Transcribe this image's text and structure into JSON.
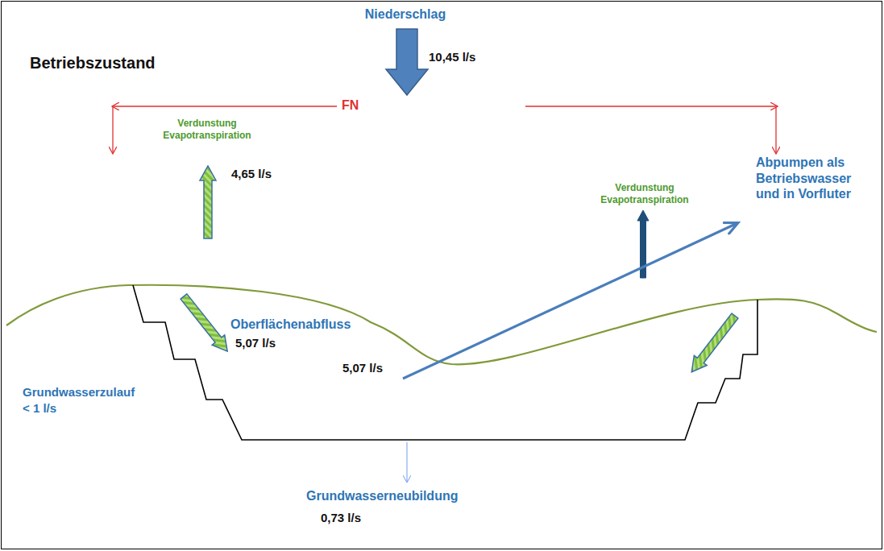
{
  "diagram": {
    "title": "Betriebszustand",
    "labels": [
      "Niederschlag",
      "10,45 l/s",
      "FN",
      "Verdunstung Evapotranspiration",
      "4,65 l/s",
      "Verdunstung Evapotranspiration",
      "Abpumpen als Betriebswasser und in Vorfluter",
      "Oberflächenabfluss",
      "5,07 l/s",
      "5,07 l/s",
      "Grundwasserzulauf",
      "< 1 l/s",
      "Grundwasserneubildung",
      "0,73 l/s"
    ]
  }
}
